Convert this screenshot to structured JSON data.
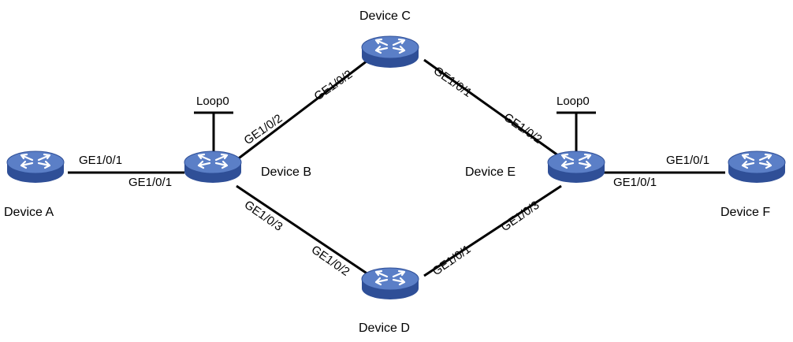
{
  "colors": {
    "router_top": "#5b7fc7",
    "router_side": "#2f4f97",
    "router_arrow": "#ffffff",
    "link": "#000000"
  },
  "devices": [
    {
      "id": "A",
      "label": "Device A",
      "icon": "router-icon"
    },
    {
      "id": "B",
      "label": "Device B",
      "icon": "router-icon"
    },
    {
      "id": "C",
      "label": "Device C",
      "icon": "router-icon"
    },
    {
      "id": "D",
      "label": "Device D",
      "icon": "router-icon"
    },
    {
      "id": "E",
      "label": "Device E",
      "icon": "router-icon"
    },
    {
      "id": "F",
      "label": "Device F",
      "icon": "router-icon"
    }
  ],
  "loopbacks": [
    {
      "device": "B",
      "label": "Loop0"
    },
    {
      "device": "E",
      "label": "Loop0"
    }
  ],
  "links": [
    {
      "from": "A",
      "to": "B",
      "from_port": "GE1/0/1",
      "to_port": "GE1/0/1"
    },
    {
      "from": "B",
      "to": "C",
      "from_port": "GE1/0/2",
      "to_port": "GE1/0/2"
    },
    {
      "from": "C",
      "to": "E",
      "from_port": "GE1/0/1",
      "to_port": "GE1/0/2"
    },
    {
      "from": "B",
      "to": "D",
      "from_port": "GE1/0/3",
      "to_port": "GE1/0/2"
    },
    {
      "from": "D",
      "to": "E",
      "from_port": "GE1/0/1",
      "to_port": "GE1/0/3"
    },
    {
      "from": "E",
      "to": "F",
      "from_port": "GE1/0/1",
      "to_port": "GE1/0/1"
    }
  ]
}
